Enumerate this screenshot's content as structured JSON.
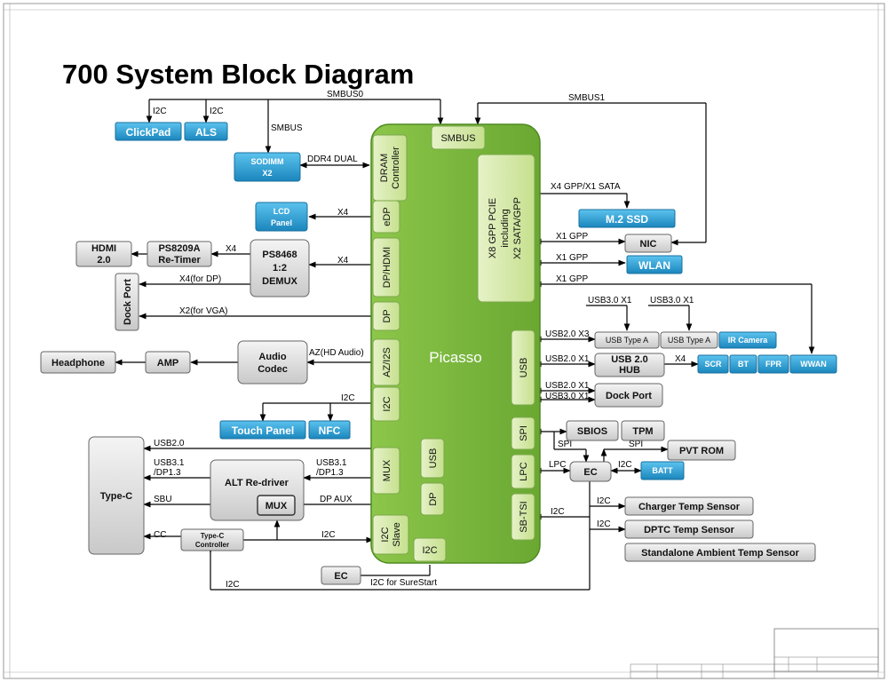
{
  "title": "700 System Block Diagram",
  "chip": {
    "name": "Picasso",
    "pcie": [
      "X8 GPP PCIE",
      "including",
      "X2 SATA/GPP"
    ],
    "ports": {
      "smbus": "SMBUS",
      "dram": [
        "DRAM",
        "Controller"
      ],
      "edp": "eDP",
      "dphdmi": "DP/HDMI",
      "dp": "DP",
      "az": "AZ/I2S",
      "i2c_left": "I2C",
      "usb_right": "USB",
      "spi": "SPI",
      "lpc": "LPC",
      "sbtsi": "SB-TSI",
      "mux": "MUX",
      "usb_inner": "USB",
      "dp_inner": "DP",
      "i2c_slave": [
        "I2C",
        "Slave"
      ],
      "i2c_bottom": "I2C"
    }
  },
  "blocks": {
    "clickpad": "ClickPad",
    "als": "ALS",
    "sodimm": [
      "SODIMM",
      "X2"
    ],
    "lcd": [
      "LCD",
      "Panel"
    ],
    "hdmi": [
      "HDMI",
      "2.0"
    ],
    "ps8209": [
      "PS8209A",
      "Re-Timer"
    ],
    "ps8468": [
      "PS8468",
      "1:2",
      "DEMUX"
    ],
    "dockport_v": "Dock Port",
    "headphone": "Headphone",
    "amp": "AMP",
    "audio": [
      "Audio",
      "Codec"
    ],
    "touch": "Touch Panel",
    "nfc": "NFC",
    "typec": "Type-C",
    "altredriver": "ALT Re-driver",
    "mux": "MUX",
    "typec_ctrl": [
      "Type-C",
      "Controller"
    ],
    "ec_bottom": "EC",
    "m2ssd": "M.2 SSD",
    "nic": "NIC",
    "wlan": "WLAN",
    "usb_type_a_1": "USB Type A",
    "usb_type_a_2": "USB Type A",
    "ir_camera": "IR Camera",
    "hub": [
      "USB 2.0",
      "HUB"
    ],
    "scr": "SCR",
    "bt": "BT",
    "fpr": "FPR",
    "wwan": "WWAN",
    "dockport_h": "Dock Port",
    "sbios": "SBIOS",
    "tpm": "TPM",
    "pvtrom": "PVT ROM",
    "ec": "EC",
    "batt": "BATT",
    "charger": "Charger Temp Sensor",
    "dptc": "DPTC Temp Sensor",
    "ambient": "Standalone Ambient Temp Sensor"
  },
  "labels": {
    "smbus0": "SMBUS0",
    "smbus1": "SMBUS1",
    "i2c": "I2C",
    "smbus": "SMBUS",
    "ddr4": "DDR4 DUAL",
    "x4": "X4",
    "x4_dp": "X4(for DP)",
    "x2_vga": "X2(for VGA)",
    "az_hd": "AZ(HD Audio)",
    "usb20": "USB2.0",
    "usb31_dp13": [
      "USB3.1",
      "/DP1.3"
    ],
    "sbu": "SBU",
    "cc": "CC",
    "dp_aux": "DP AUX",
    "i2c_surestart": "I2C for SureStart",
    "x4gpp_sata": "X4 GPP/X1 SATA",
    "x1gpp": "X1 GPP",
    "usb30x1": "USB3.0 X1",
    "usb20x3": "USB2.0 X3",
    "usb20x1": "USB2.0 X1",
    "usb30x1_b": "USB3.0 X1",
    "spi": "SPI",
    "lpc": "LPC"
  },
  "colors": {
    "chip_green": "#7bb83d",
    "gray_box": "#dcdcdc",
    "blue_box": "#2a9bd0"
  }
}
